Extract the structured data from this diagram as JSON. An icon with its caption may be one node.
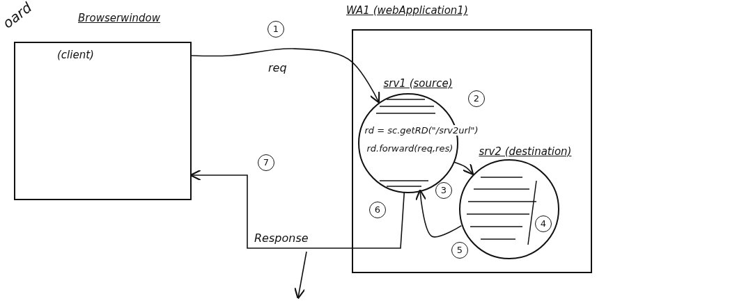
{
  "diagram": {
    "nodes": [
      {
        "text": [
          "Browserwindow",
          "(client)"
        ]
      },
      {
        "text": [
          "WA1 (webApplication1)"
        ]
      },
      {
        "text": [
          "srv1 (source)",
          "rd = sc.getRD(\"/srv2url\")",
          "rd.forward(req,res)"
        ],
        "in": 1
      },
      {
        "text": [
          "srv2 (destination)"
        ],
        "in": 1
      }
    ],
    "edges": [
      {
        "from": 0,
        "to": 2,
        "arrow": "to",
        "label": "req"
      },
      {
        "from": 2,
        "to": 3,
        "arrow": "to"
      },
      {
        "from": 3,
        "to": 2,
        "arrow": "to"
      },
      {
        "from": 2,
        "to": 0,
        "arrow": "to",
        "label": "Response"
      }
    ],
    "labels": [
      "oard",
      "1",
      "2",
      "3",
      "4",
      "5",
      "6",
      "7"
    ]
  }
}
